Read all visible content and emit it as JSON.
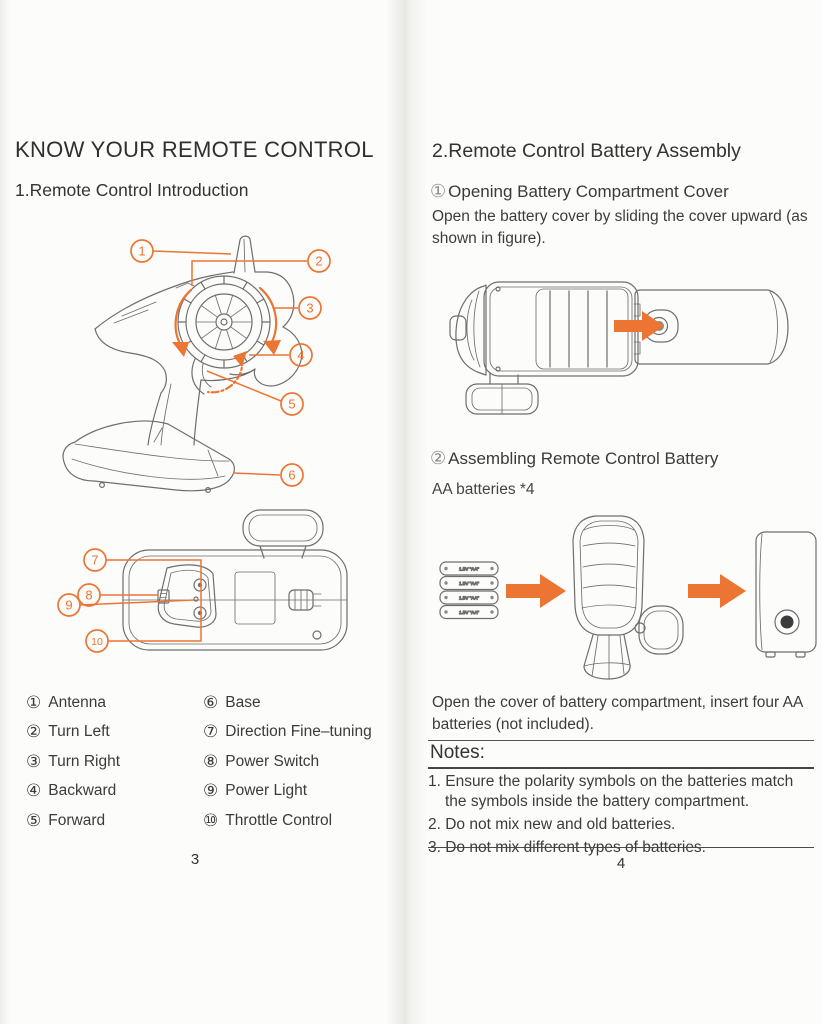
{
  "colors": {
    "accent": "#ec7534",
    "ink": "#3a3a3a",
    "line_art": "#6e6e6e"
  },
  "left_page": {
    "title": "KNOW YOUR REMOTE CONTROL",
    "section_heading": "1.Remote Control Introduction",
    "side_figure_callouts": [
      "1",
      "2",
      "3",
      "4",
      "5",
      "6"
    ],
    "top_figure_callouts": [
      "7",
      "8",
      "9",
      "10"
    ],
    "legend_col1": [
      {
        "num": "①",
        "label": "Antenna"
      },
      {
        "num": "②",
        "label": "Turn Left"
      },
      {
        "num": "③",
        "label": "Turn Right"
      },
      {
        "num": "④",
        "label": "Backward"
      },
      {
        "num": "⑤",
        "label": "Forward"
      }
    ],
    "legend_col2": [
      {
        "num": "⑥",
        "label": "Base"
      },
      {
        "num": "⑦",
        "label": "Direction Fine–tuning"
      },
      {
        "num": "⑧",
        "label": "Power Switch"
      },
      {
        "num": "⑨",
        "label": "Power Light"
      },
      {
        "num": "⑩",
        "label": "Throttle Control"
      }
    ],
    "page_number": "3"
  },
  "right_page": {
    "title": "2.Remote Control Battery Assembly",
    "step1_num": "①",
    "step1_heading": "Opening Battery Compartment Cover",
    "step1_body": "Open the battery cover by sliding the cover upward (as shown in figure).",
    "step2_num": "②",
    "step2_heading": "Assembling Remote Control Battery",
    "step2_caption": "AA batteries *4",
    "battery_label": "1.5V \"AA\"",
    "body_after_figure": "Open the cover of battery compartment, insert four AA batteries (not included).",
    "notes_heading": "Notes:",
    "notes": [
      "1. Ensure the polarity symbols on the batteries match the symbols inside the battery compartment.",
      "2. Do not mix new and old batteries.",
      "3. Do not mix different types of batteries."
    ],
    "page_number": "4"
  }
}
